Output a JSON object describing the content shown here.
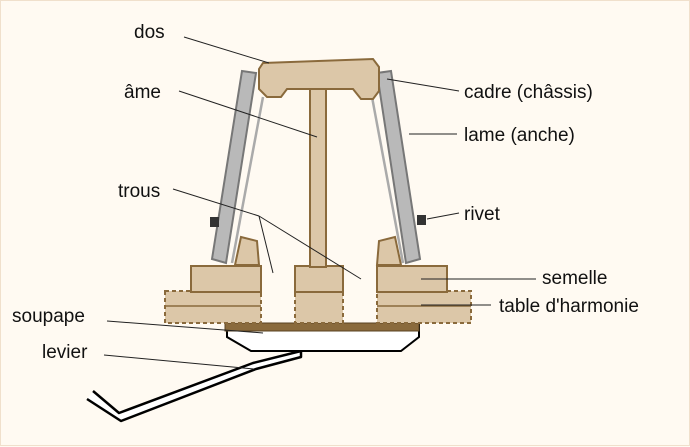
{
  "labels": {
    "dos": "dos",
    "ame": "âme",
    "trous": "trous",
    "cadre": "cadre (châssis)",
    "lame": "lame (anche)",
    "rivet": "rivet",
    "semelle": "semelle",
    "table": "table d'harmonie",
    "soupape": "soupape",
    "levier": "levier"
  },
  "colors": {
    "wood_fill": "#dcc7a8",
    "wood_stroke": "#8a6a3c",
    "frame_fill": "#b9b9b9",
    "valve_pad": "#8a6a3c"
  }
}
